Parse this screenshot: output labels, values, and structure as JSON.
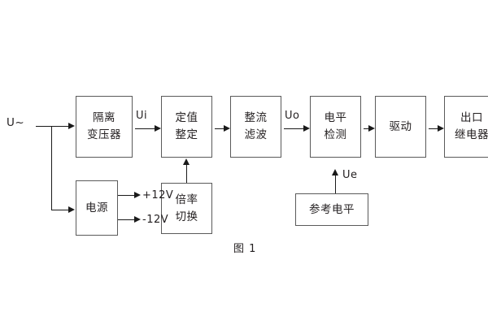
{
  "diagram": {
    "caption": "图 1",
    "blocks": [
      {
        "id": "isolation-transformer",
        "line1": "隔离",
        "line2": "变压器"
      },
      {
        "id": "setting-value",
        "line1": "定值",
        "line2": "整定"
      },
      {
        "id": "rectify-filter",
        "line1": "整流",
        "line2": "滤波"
      },
      {
        "id": "level-detect",
        "line1": "电平",
        "line2": "检测"
      },
      {
        "id": "drive",
        "line1": "驱动",
        "line2": ""
      },
      {
        "id": "output-relay",
        "line1": "出口",
        "line2": "继电器"
      },
      {
        "id": "power-supply",
        "line1": "电源",
        "line2": ""
      },
      {
        "id": "multiplier-switch",
        "line1": "倍率",
        "line2": "切换"
      },
      {
        "id": "reference-level",
        "line1": "参考电平",
        "line2": ""
      }
    ],
    "labels": {
      "input_source": "U~",
      "ui": "Ui",
      "uo": "Uo",
      "ue": "Ue",
      "pos12v": "+12V",
      "neg12v": "-12V"
    },
    "colors": {
      "box_border": "#5a5a5a",
      "line": "#1a1a1a",
      "text": "#231f20",
      "background": "#ffffff"
    }
  }
}
